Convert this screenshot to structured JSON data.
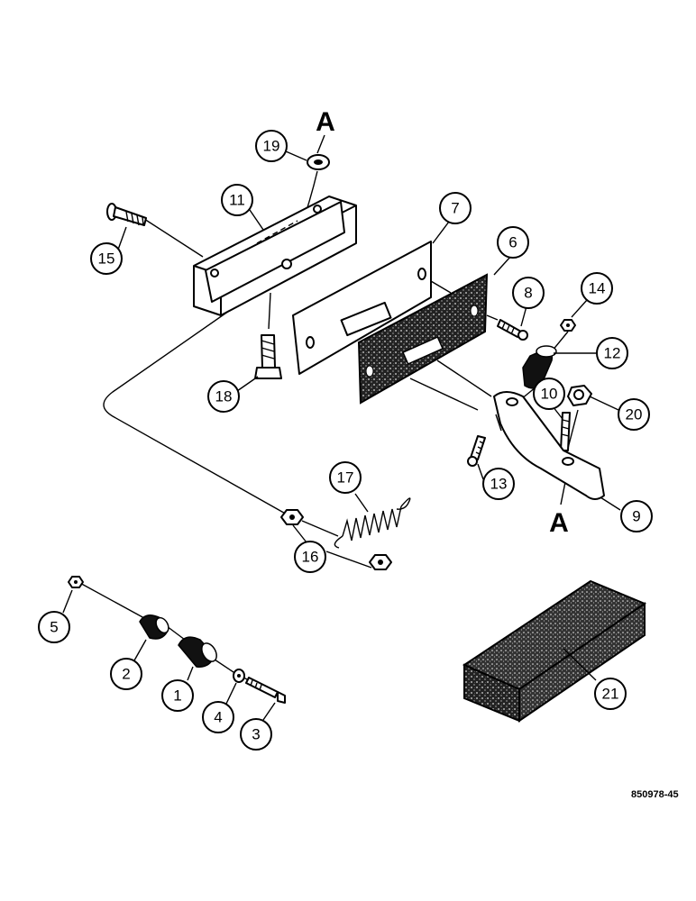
{
  "diagram": {
    "callouts": [
      "1",
      "2",
      "3",
      "4",
      "5",
      "6",
      "7",
      "8",
      "9",
      "10",
      "11",
      "12",
      "13",
      "14",
      "15",
      "16",
      "17",
      "18",
      "19",
      "20",
      "21"
    ],
    "section_marks": [
      "A",
      "A"
    ],
    "drawing_code": "850978-45"
  }
}
